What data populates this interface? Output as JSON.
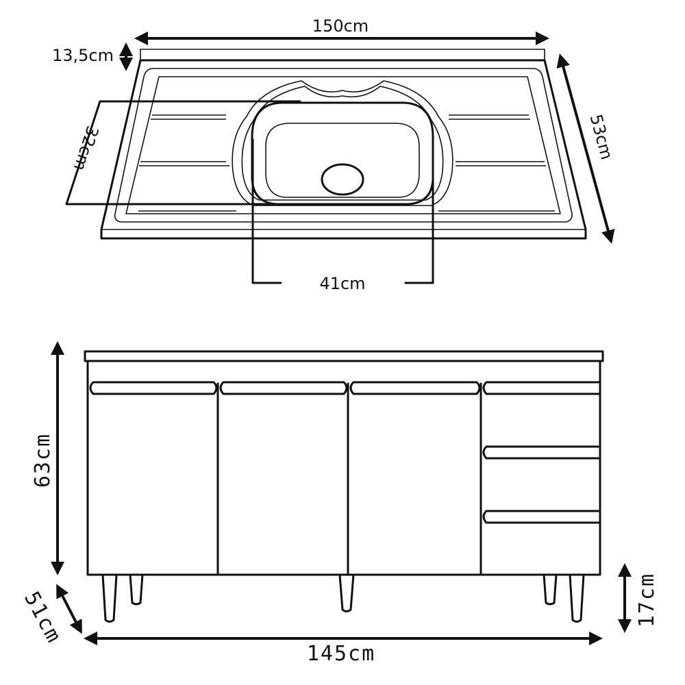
{
  "top_view": {
    "width_label": "150cm",
    "backsplash_label": "13,5cm",
    "bowl_depth_label": "32cm",
    "depth_label": "53cm",
    "bowl_width_label": "41cm"
  },
  "front_view": {
    "height_label": "63cm",
    "depth_label": "51cm",
    "width_label": "145cm",
    "leg_label": "17cm"
  }
}
